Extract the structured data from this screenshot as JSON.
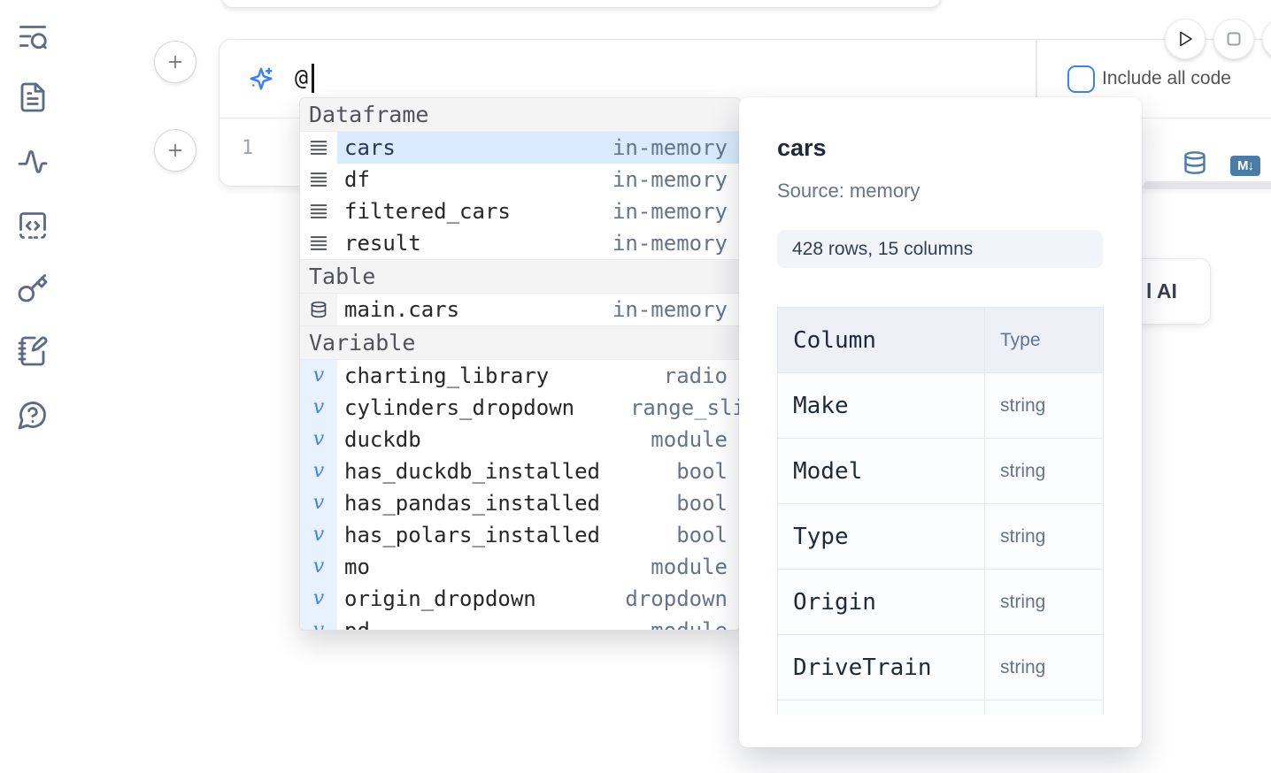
{
  "colors": {
    "accent_blue": "#3b82f6",
    "steel_blue": "#4a7ca8",
    "selection_bg": "#d9ebfd",
    "sidebar_icon": "#5b6b87"
  },
  "ai_cell": {
    "prompt_value": "@",
    "include_all_code_label": "Include all code",
    "line_number": "1",
    "markdown_badge": "M↓"
  },
  "autocomplete": {
    "variable_glyph": "v",
    "sections": [
      {
        "label": "Dataframe",
        "kind": "dataframe",
        "items": [
          {
            "name": "cars",
            "type": "in-memory",
            "selected": true
          },
          {
            "name": "df",
            "type": "in-memory"
          },
          {
            "name": "filtered_cars",
            "type": "in-memory"
          },
          {
            "name": "result",
            "type": "in-memory"
          }
        ]
      },
      {
        "label": "Table",
        "kind": "table",
        "items": [
          {
            "name": "main.cars",
            "type": "in-memory"
          }
        ]
      },
      {
        "label": "Variable",
        "kind": "variable",
        "items": [
          {
            "name": "charting_library",
            "type": "radio"
          },
          {
            "name": "cylinders_dropdown",
            "type": "range_sli",
            "clip": true
          },
          {
            "name": "duckdb",
            "type": "module"
          },
          {
            "name": "has_duckdb_installed",
            "type": "bool"
          },
          {
            "name": "has_pandas_installed",
            "type": "bool"
          },
          {
            "name": "has_polars_installed",
            "type": "bool"
          },
          {
            "name": "mo",
            "type": "module"
          },
          {
            "name": "origin_dropdown",
            "type": "dropdown"
          },
          {
            "name": "pd",
            "type": "module"
          }
        ]
      }
    ]
  },
  "preview": {
    "title": "cars",
    "source": "Source: memory",
    "shape_badge": "428 rows, 15 columns",
    "table": {
      "headers": [
        "Column",
        "Type"
      ],
      "rows": [
        [
          "Make",
          "string"
        ],
        [
          "Model",
          "string"
        ],
        [
          "Type",
          "string"
        ],
        [
          "Origin",
          "string"
        ],
        [
          "DriveTrain",
          "string"
        ]
      ]
    }
  },
  "background_button": {
    "label": "l AI"
  }
}
